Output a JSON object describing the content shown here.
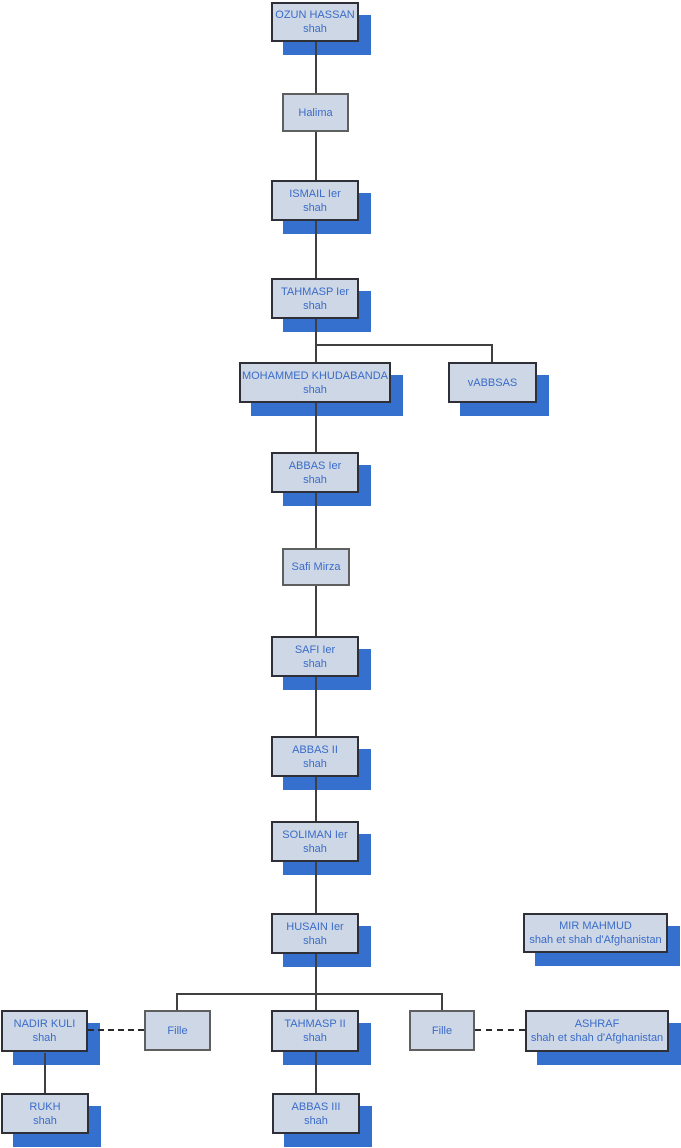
{
  "colors": {
    "fill": "#cdd7e5",
    "shadow": "#3570ce",
    "text": "#3b6cc9",
    "border-dark": "#2f2f38",
    "border-light": "#5f5f5f",
    "line": "#404040",
    "line-dash": "#2a2a2a"
  },
  "nodes": [
    {
      "id": "ozun-hassan",
      "title": "OZUN HASSAN",
      "subtitle": "shah"
    },
    {
      "id": "halima",
      "title": "Halima"
    },
    {
      "id": "ismail-1",
      "title": "ISMAIL Ier",
      "subtitle": "shah"
    },
    {
      "id": "tahmasp-1",
      "title": "TAHMASP Ier",
      "subtitle": "shah"
    },
    {
      "id": "mohammed-khudabanda",
      "title": "MOHAMMED KHUDABANDA",
      "subtitle": "shah"
    },
    {
      "id": "vabbsas",
      "title": "vABBSAS"
    },
    {
      "id": "abbas-1",
      "title": "ABBAS Ier",
      "subtitle": "shah"
    },
    {
      "id": "safi-mirza",
      "title": "Safi Mirza"
    },
    {
      "id": "safi-1",
      "title": "SAFI Ier",
      "subtitle": "shah"
    },
    {
      "id": "abbas-2",
      "title": "ABBAS II",
      "subtitle": "shah"
    },
    {
      "id": "soliman-1",
      "title": "SOLIMAN Ier",
      "subtitle": "shah"
    },
    {
      "id": "husain-1",
      "title": "HUSAIN Ier",
      "subtitle": "shah"
    },
    {
      "id": "mir-mahmud",
      "title": "MIR MAHMUD",
      "subtitle": "shah et shah d'Afghanistan"
    },
    {
      "id": "nadir-kuli",
      "title": "NADIR KULI",
      "subtitle": "shah"
    },
    {
      "id": "fille-1",
      "title": "Fille"
    },
    {
      "id": "tahmasp-2",
      "title": "TAHMASP II",
      "subtitle": "shah"
    },
    {
      "id": "fille-2",
      "title": "Fille"
    },
    {
      "id": "ashraf",
      "title": "ASHRAF",
      "subtitle": "shah et shah d'Afghanistan"
    },
    {
      "id": "rukh",
      "title": "RUKH",
      "subtitle": "shah"
    },
    {
      "id": "abbas-3",
      "title": "ABBAS III",
      "subtitle": "shah"
    }
  ],
  "edges": [
    {
      "from": "ozun-hassan",
      "to": "halima",
      "type": "descent"
    },
    {
      "from": "halima",
      "to": "ismail-1",
      "type": "descent"
    },
    {
      "from": "ismail-1",
      "to": "tahmasp-1",
      "type": "descent"
    },
    {
      "from": "tahmasp-1",
      "to": "mohammed-khudabanda",
      "type": "descent"
    },
    {
      "from": "tahmasp-1",
      "to": "vabbsas",
      "type": "descent"
    },
    {
      "from": "mohammed-khudabanda",
      "to": "abbas-1",
      "type": "descent"
    },
    {
      "from": "abbas-1",
      "to": "safi-mirza",
      "type": "descent"
    },
    {
      "from": "safi-mirza",
      "to": "safi-1",
      "type": "descent"
    },
    {
      "from": "safi-1",
      "to": "abbas-2",
      "type": "descent"
    },
    {
      "from": "abbas-2",
      "to": "soliman-1",
      "type": "descent"
    },
    {
      "from": "soliman-1",
      "to": "husain-1",
      "type": "descent"
    },
    {
      "from": "husain-1",
      "to": "fille-1",
      "type": "descent"
    },
    {
      "from": "husain-1",
      "to": "tahmasp-2",
      "type": "descent"
    },
    {
      "from": "husain-1",
      "to": "fille-2",
      "type": "descent"
    },
    {
      "from": "nadir-kuli",
      "to": "fille-1",
      "type": "marriage"
    },
    {
      "from": "fille-2",
      "to": "ashraf",
      "type": "marriage"
    },
    {
      "from": "nadir-kuli",
      "to": "rukh",
      "type": "descent"
    },
    {
      "from": "tahmasp-2",
      "to": "abbas-3",
      "type": "descent"
    }
  ]
}
